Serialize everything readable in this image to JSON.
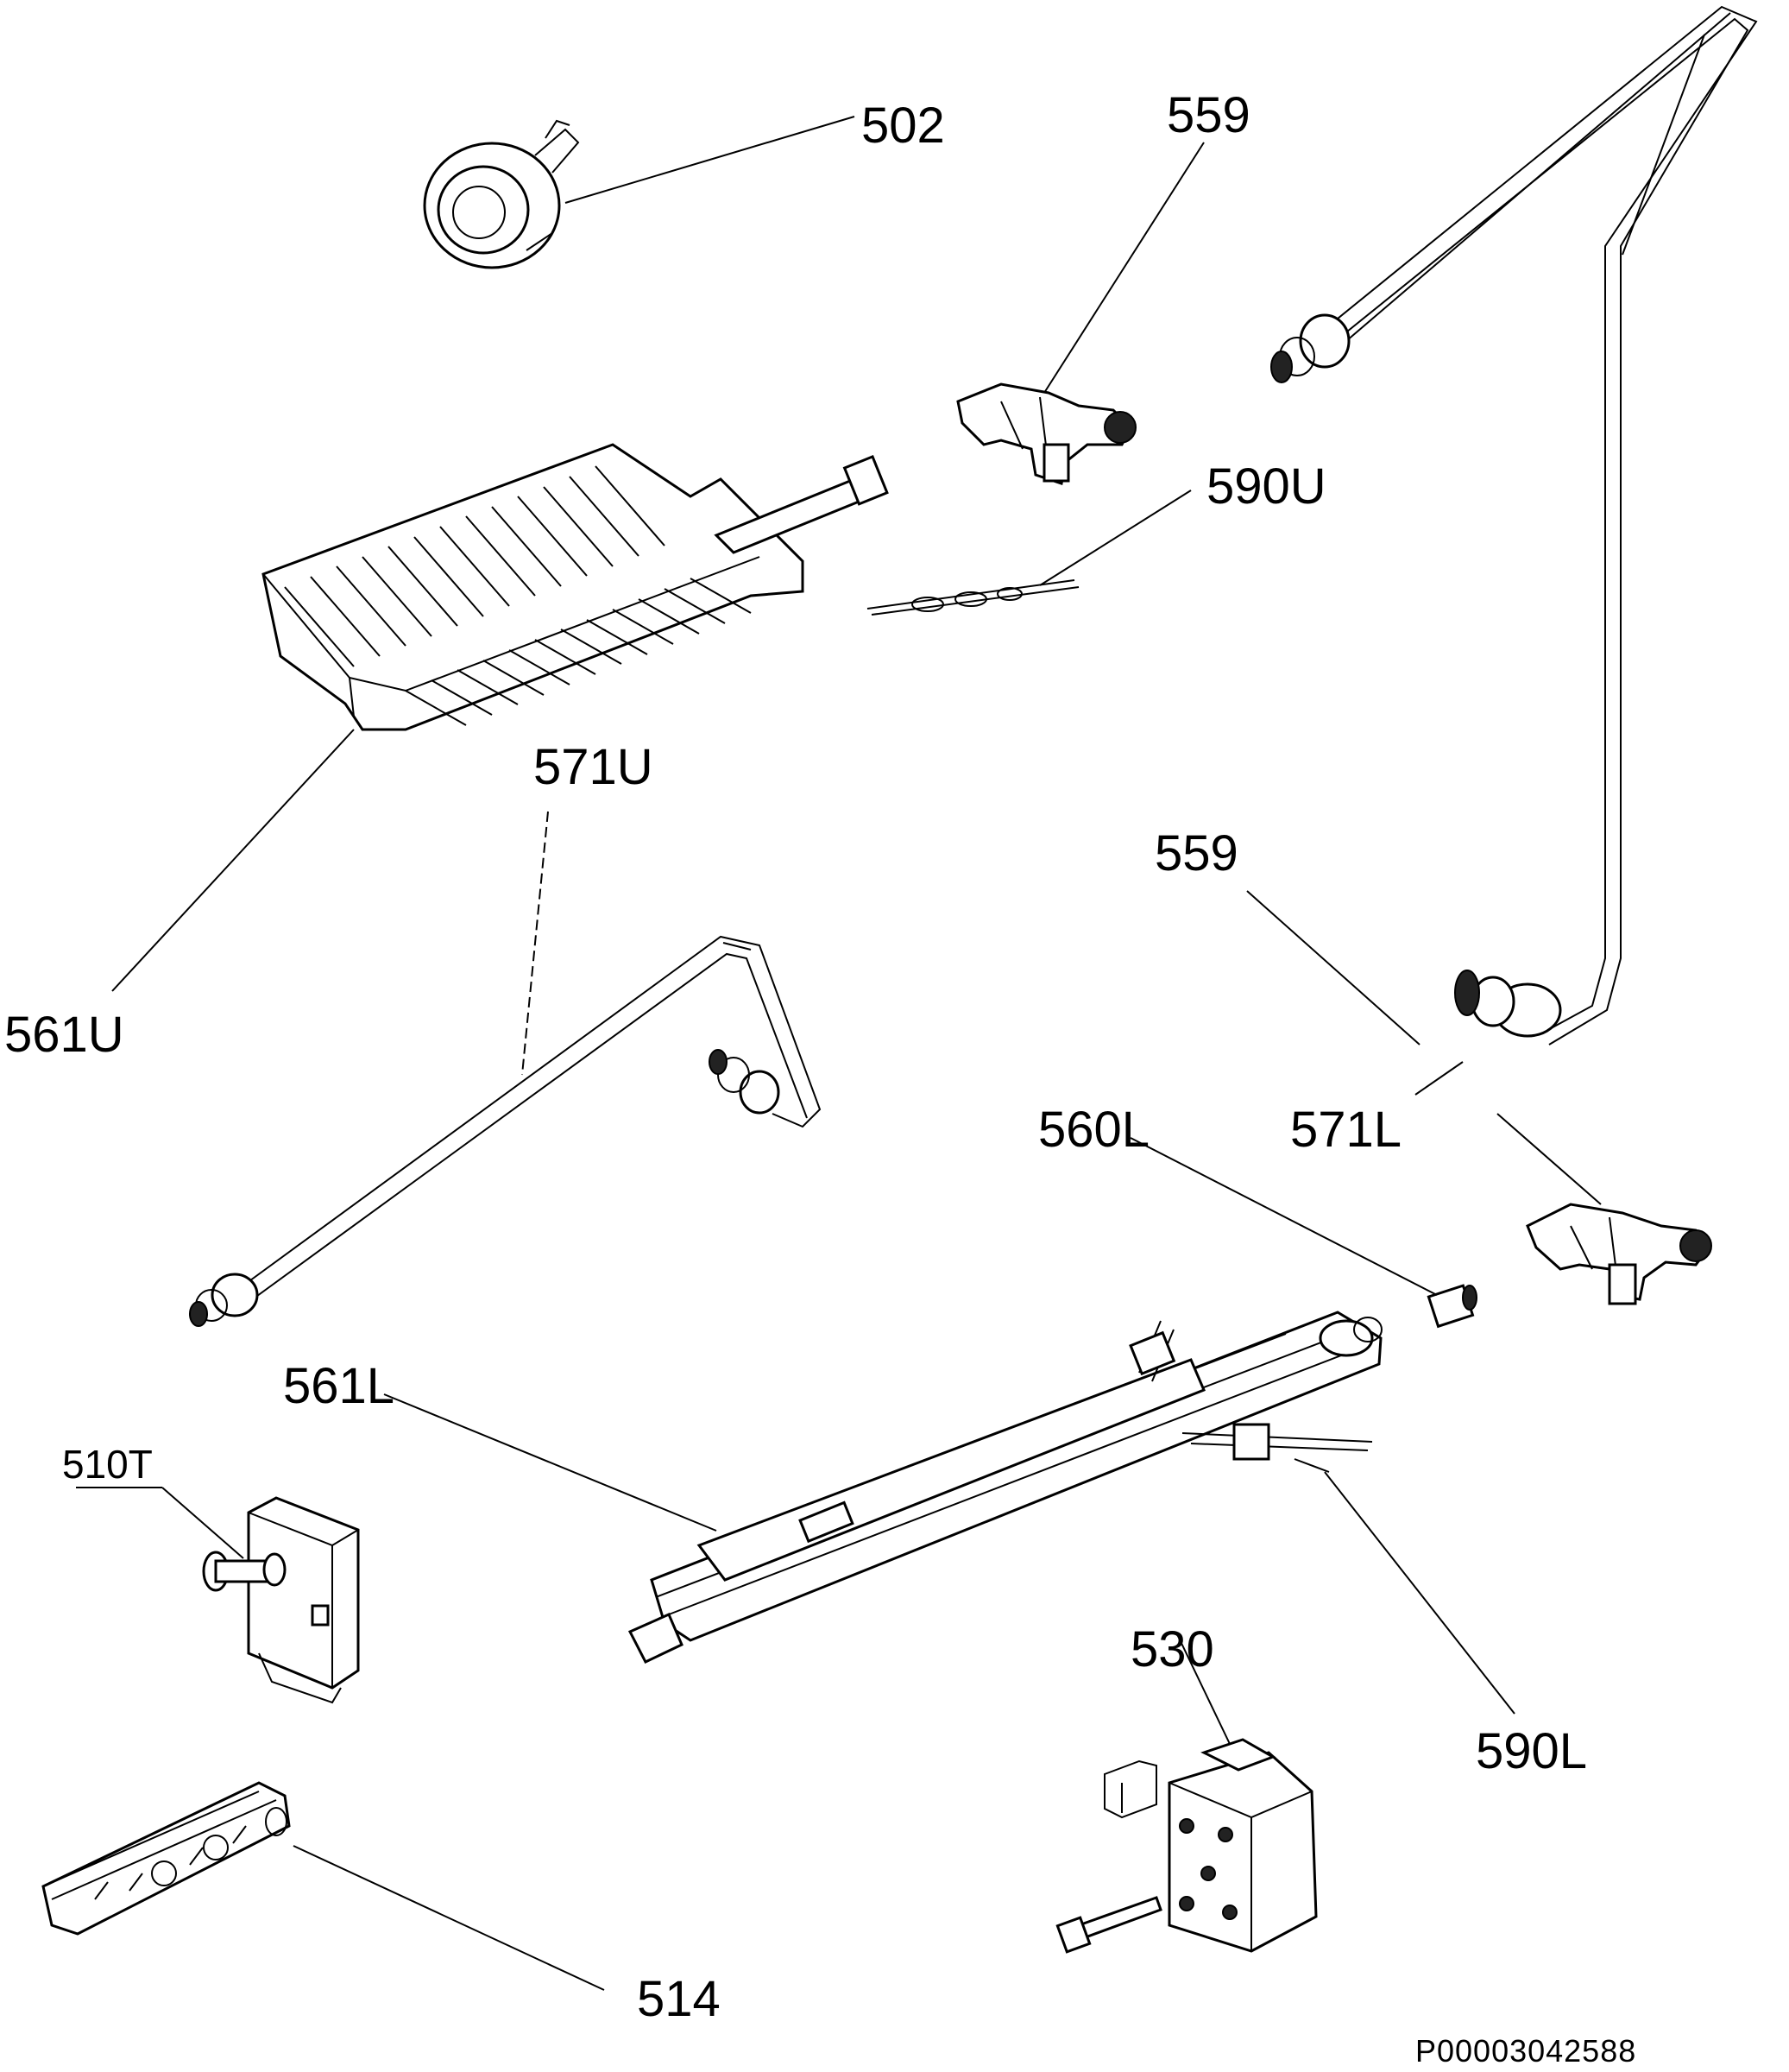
{
  "callouts": {
    "c502": "502",
    "c559_top": "559",
    "c590U": "590U",
    "c571U": "571U",
    "c561U": "561U",
    "c559_mid": "559",
    "c560L": "560L",
    "c571L": "571L",
    "c561L": "561L",
    "c510T": "510T",
    "c530": "530",
    "c590L": "590L",
    "c514": "514"
  },
  "footer": {
    "drawing_code": "P00003042588"
  }
}
